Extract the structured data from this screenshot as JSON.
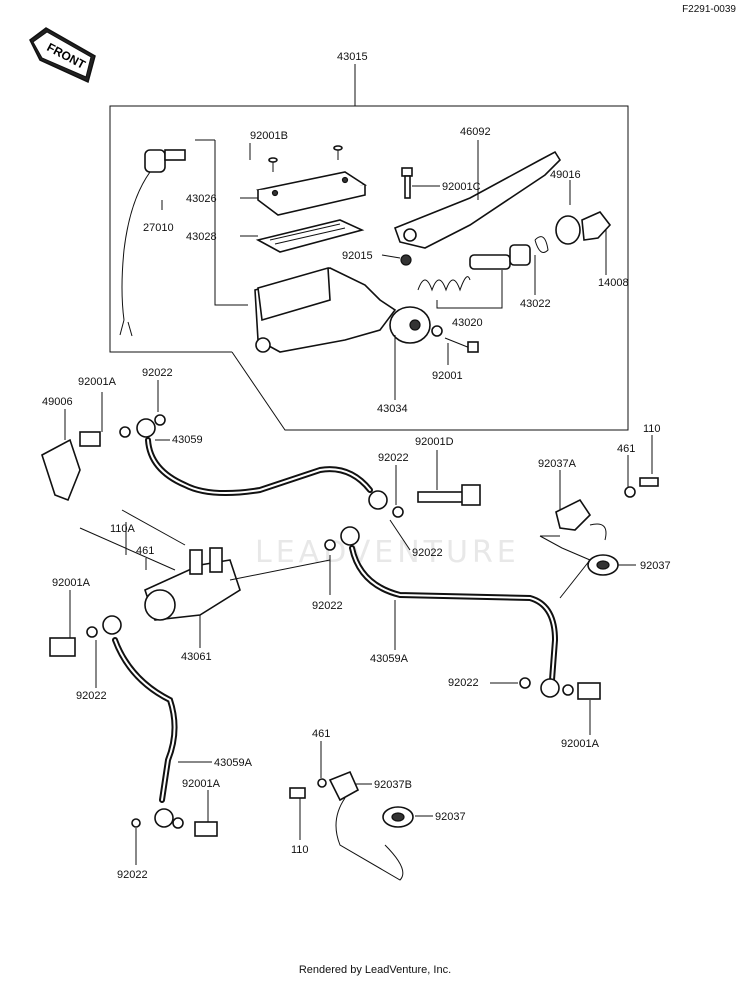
{
  "document_id": "F2291-0039",
  "front_label": "FRONT",
  "watermark": "LEADVENTURE",
  "footer": "Rendered by LeadVenture, Inc.",
  "part_labels": {
    "p43015": "43015",
    "p92001B": "92001B",
    "p46092": "46092",
    "p43026": "43026",
    "p92001C": "92001C",
    "p49016": "49016",
    "p27010": "27010",
    "p43028": "43028",
    "p92015": "92015",
    "p14008": "14008",
    "p43022": "43022",
    "p43020": "43020",
    "p92001": "92001",
    "p43034": "43034",
    "p92001A_1": "92001A",
    "p92022_1": "92022",
    "p49006": "49006",
    "p43059": "43059",
    "p92001D": "92001D",
    "p92022_2": "92022",
    "p110_1": "110",
    "p461_1": "461",
    "p92037A": "92037A",
    "p110A": "110A",
    "p461_2": "461",
    "p92022_3": "92022",
    "p92037_1": "92037",
    "p92001A_2": "92001A",
    "p92022_4": "92022",
    "p43061": "43061",
    "p43059A_1": "43059A",
    "p92022_5": "92022",
    "p92022_6": "92022",
    "p92001A_3": "92001A",
    "p43059A_2": "43059A",
    "p461_3": "461",
    "p92001A_4": "92001A",
    "p92037B": "92037B",
    "p92037_2": "92037",
    "p110_2": "110",
    "p92022_7": "92022"
  }
}
